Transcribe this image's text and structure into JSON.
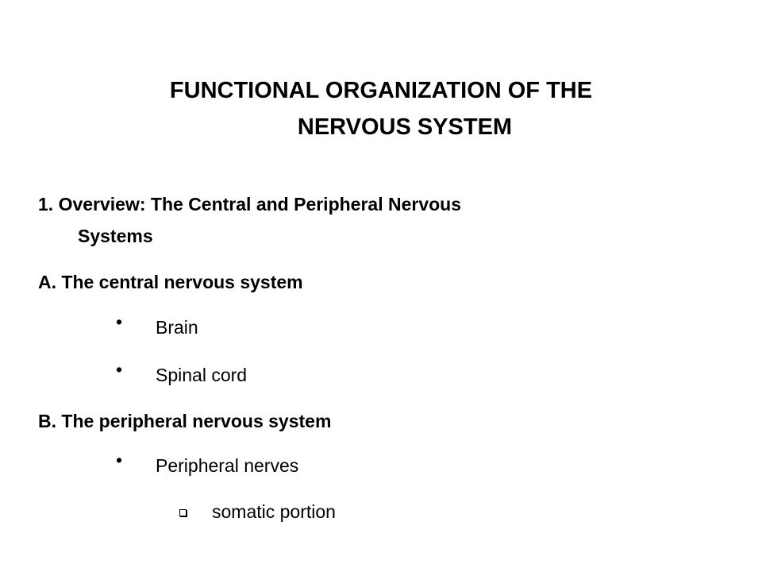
{
  "slide": {
    "title_line1": "FUNCTIONAL ORGANIZATION OF THE",
    "title_line2": "NERVOUS SYSTEM",
    "section1_line1": "1.  Overview: The Central and Peripheral Nervous",
    "section1_line2": "Systems",
    "sectionA": "A.  The central nervous system",
    "sectionA_items": [
      "Brain",
      "Spinal cord"
    ],
    "sectionB": "B.   The peripheral nervous system",
    "sectionB_items": [
      "Peripheral nerves"
    ],
    "sectionB_subitems": [
      "somatic portion"
    ],
    "bullet_glyph": "•",
    "subbullet_icon": "hollow-square-icon"
  }
}
